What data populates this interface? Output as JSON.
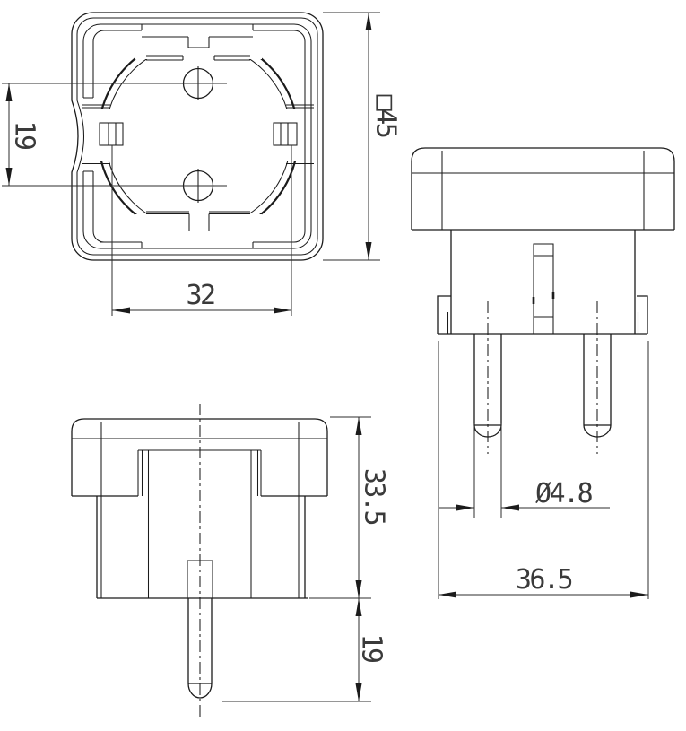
{
  "drawing": {
    "kind": "technical-drawing",
    "subject": "Schuko plug adapter, three orthographic views",
    "dimensions": {
      "hole_spacing": "19",
      "face_square": "□45",
      "slot_span": "32",
      "pin_diameter": "Ø4.8",
      "body_width": "36.5",
      "body_height": "33.5",
      "pin_length": "19"
    },
    "colors": {
      "line": "#1b1b1b",
      "dim_text": "#3a3a3a",
      "background": "#ffffff"
    }
  }
}
